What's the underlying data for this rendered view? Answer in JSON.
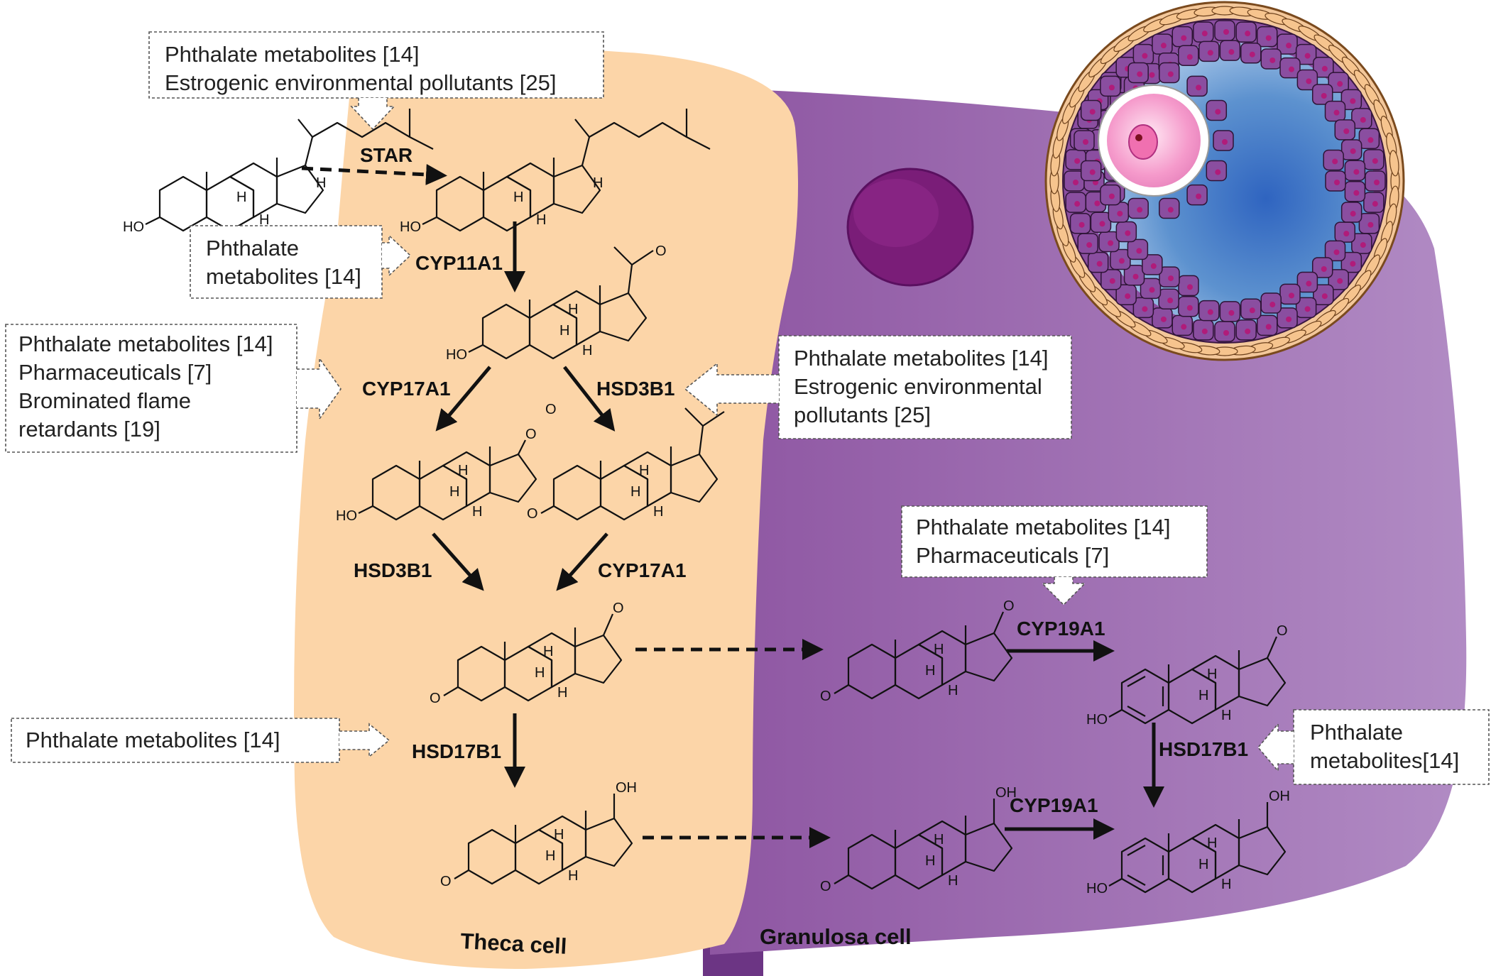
{
  "cells": {
    "theca": "Theca cell",
    "granulosa": "Granulosa cell"
  },
  "enzymes": {
    "star": "STAR",
    "cyp11a1": "CYP11A1",
    "cyp17a1_left": "CYP17A1",
    "hsd3b1_right": "HSD3B1",
    "hsd3b1_left": "HSD3B1",
    "cyp17a1_right": "CYP17A1",
    "hsd17b1_theca": "HSD17B1",
    "cyp19a1_top": "CYP19A1",
    "cyp19a1_bottom": "CYP19A1",
    "hsd17b1_gran": "HSD17B1"
  },
  "inhibitor_boxes": {
    "star": [
      "Phthalate metabolites [14]",
      "Estrogenic environmental pollutants [25]"
    ],
    "cyp11a1": [
      "Phthalate",
      "metabolites [14]"
    ],
    "cyp17a1": [
      "Phthalate metabolites [14]",
      "Pharmaceuticals [7]",
      "Brominated flame",
      "retardants [19]"
    ],
    "hsd3b1": [
      "Phthalate metabolites [14]",
      "Estrogenic environmental",
      "pollutants [25]"
    ],
    "cyp19a1": [
      "Phthalate metabolites [14]",
      "Pharmaceuticals [7]"
    ],
    "hsd17b1_theca": [
      "Phthalate metabolites [14]"
    ],
    "hsd17b1_gran": [
      "Phthalate",
      "metabolites[14]"
    ]
  },
  "atoms": {
    "h": "H",
    "ho": "HO",
    "oh": "OH",
    "o": "O"
  },
  "colors": {
    "theca": "#fcd5a8",
    "granulosa": "#9b64ab",
    "granulosa_dark": "#6c3584",
    "follicle_cell": "#8a4ea0",
    "antrum": "#4f86c6",
    "oocyte": "#f7a7cf"
  }
}
